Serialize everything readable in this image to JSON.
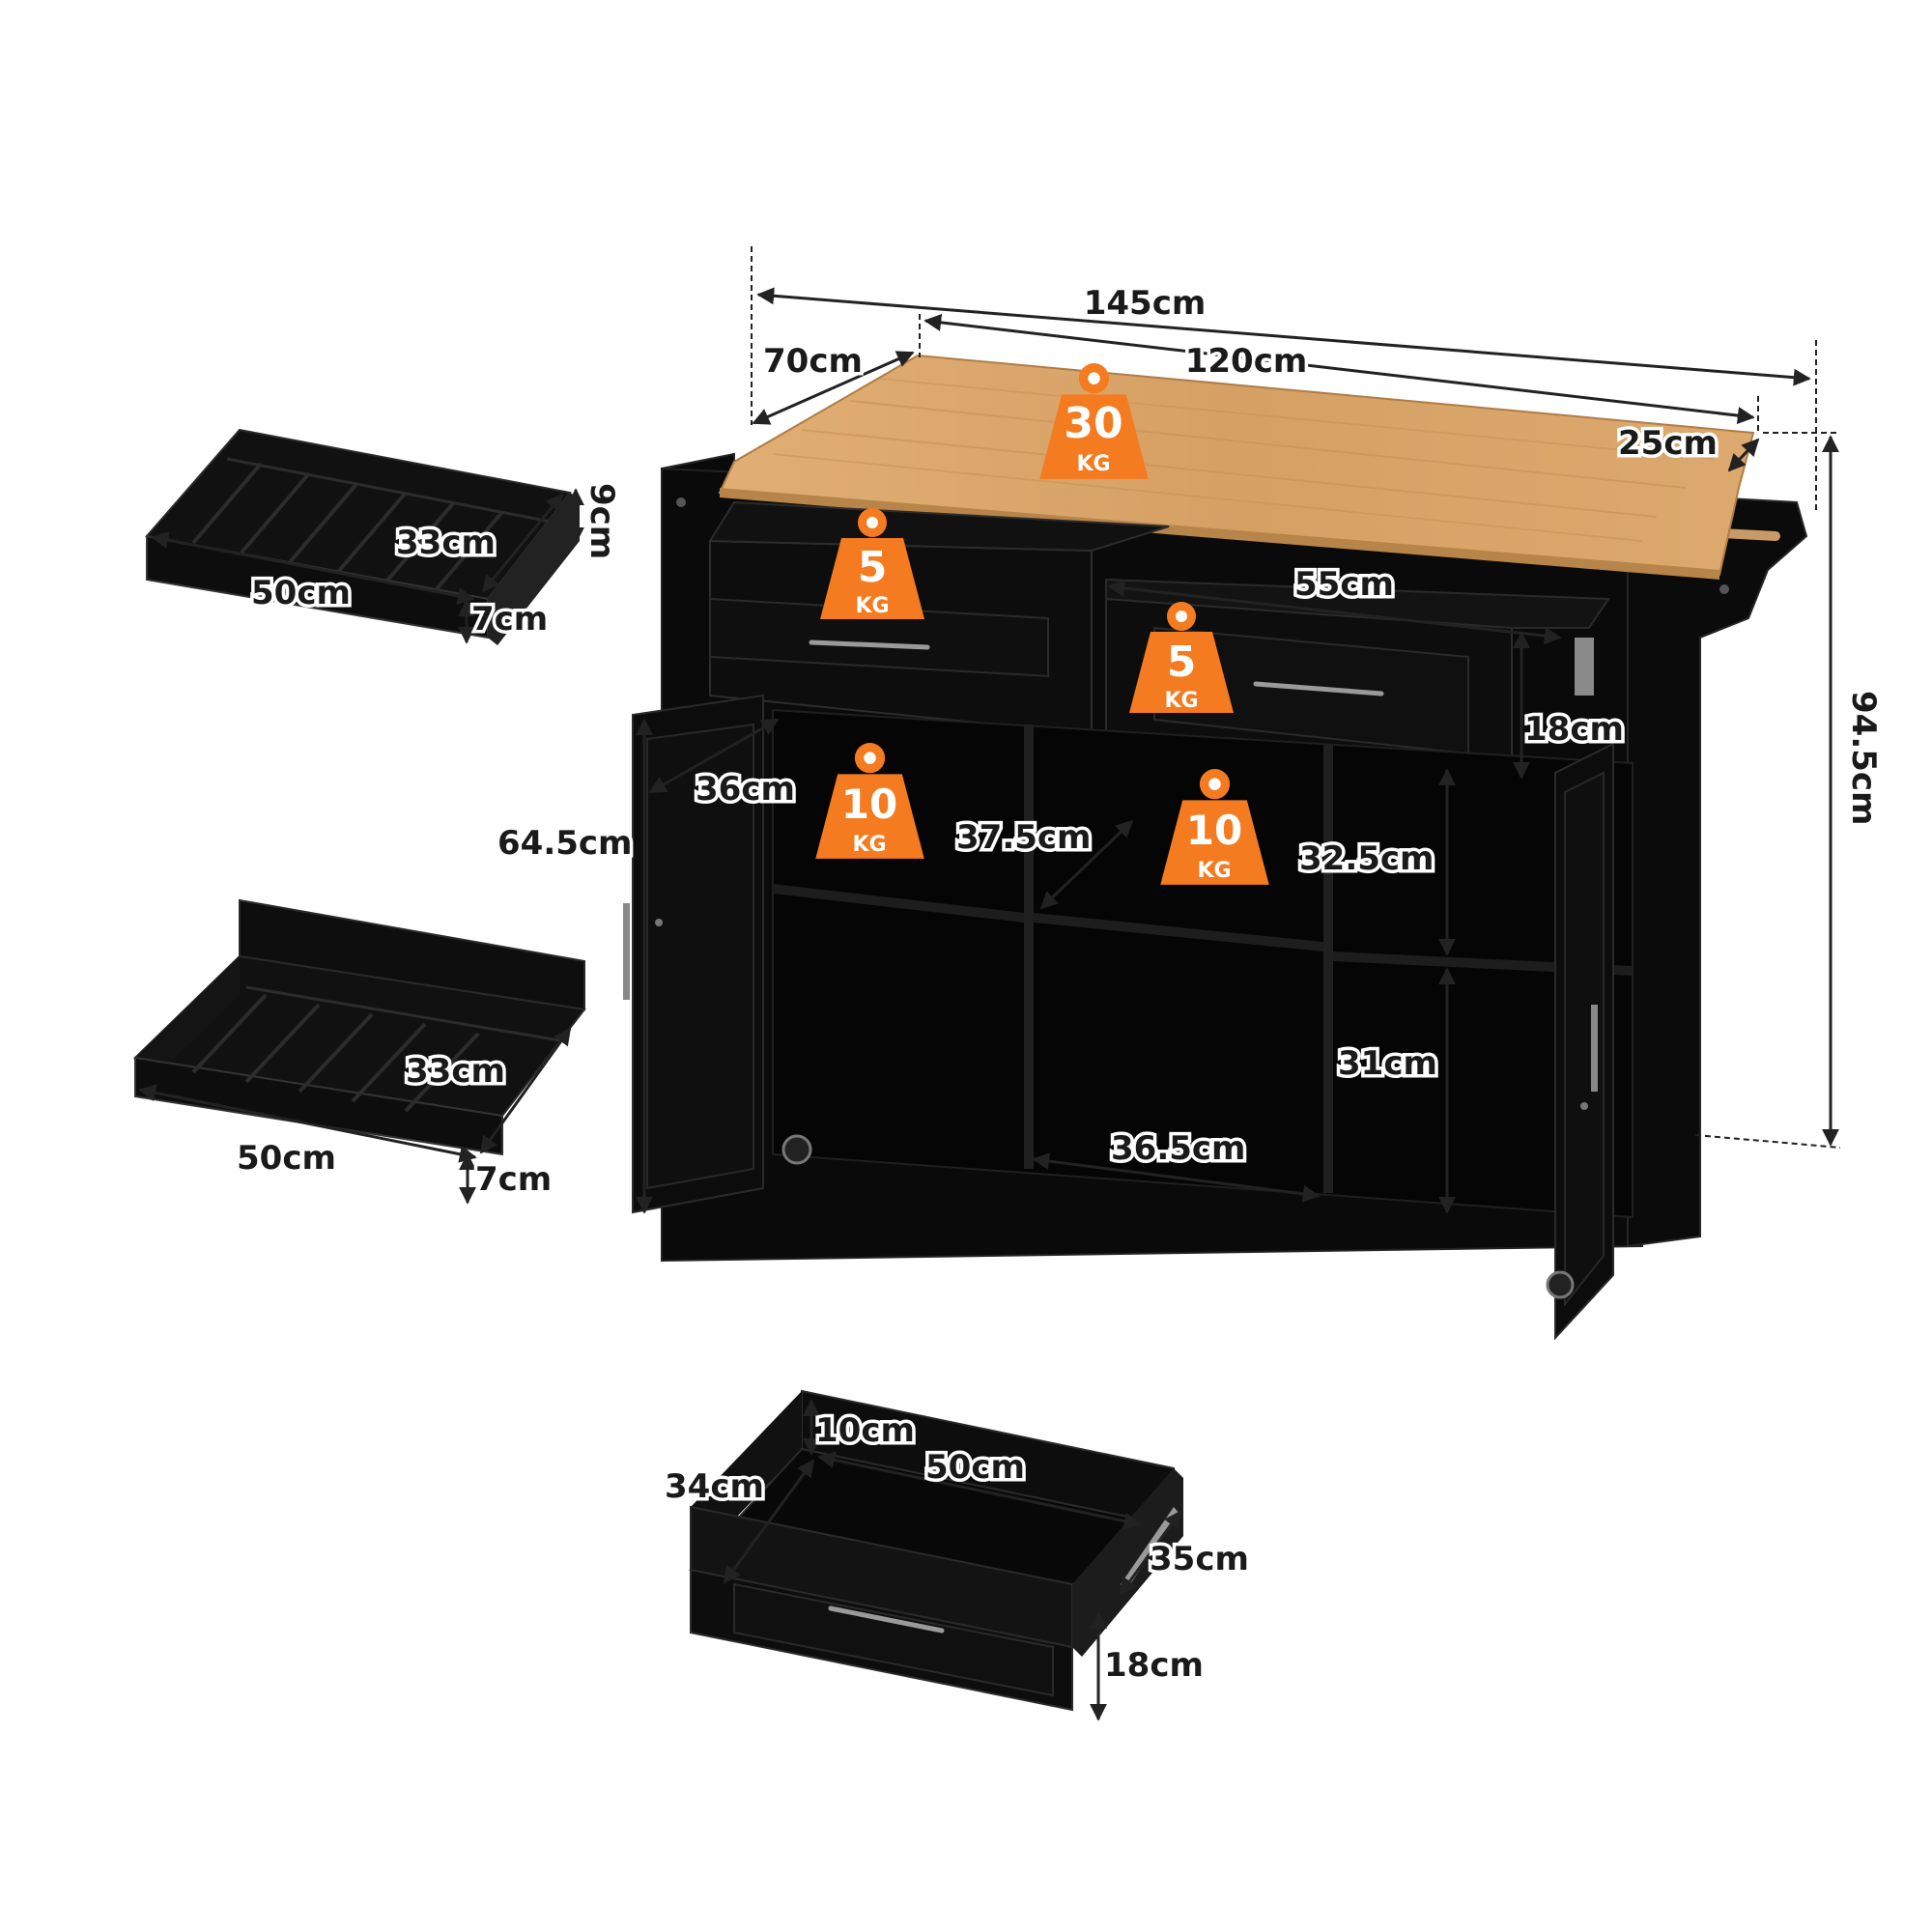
{
  "colors": {
    "cabinet": "#0b0b0b",
    "cabinet_edge": "#2a2a2a",
    "wood": "#d9a56a",
    "weight_badge": "#f47b1f",
    "dimension_line": "#222222"
  },
  "dimensions": {
    "total_width": "145cm",
    "depth": "70cm",
    "cabinet_width": "120cm",
    "overhang": "25cm",
    "total_height": "94.5cm",
    "small_drawer_slot_depth": "9cm",
    "small_drawer_slot_width": "33cm",
    "small_drawer_slot_length": "50cm",
    "small_drawer_slot_height": "7cm",
    "large_drawer_width": "55cm",
    "large_drawer_height": "18cm",
    "door_height": "64.5cm",
    "door_depth": "36cm",
    "middle_shelf_depth": "37.5cm",
    "right_upper_shelf_height": "32.5cm",
    "right_lower_shelf_height": "31cm",
    "middle_shelf_width": "36.5cm",
    "tray2_width": "33cm",
    "tray2_length": "50cm",
    "tray2_height": "7cm",
    "bottom_drawer_inner_height": "10cm",
    "bottom_drawer_length": "50cm",
    "bottom_drawer_depth": "34cm",
    "bottom_drawer_side": "35cm",
    "bottom_drawer_height": "18cm"
  },
  "weights": {
    "top": {
      "value": "30",
      "unit": "KG"
    },
    "left_drawer": {
      "value": "5",
      "unit": "KG"
    },
    "right_drawer": {
      "value": "5",
      "unit": "KG"
    },
    "left_shelf": {
      "value": "10",
      "unit": "KG"
    },
    "middle_shelf": {
      "value": "10",
      "unit": "KG"
    }
  }
}
